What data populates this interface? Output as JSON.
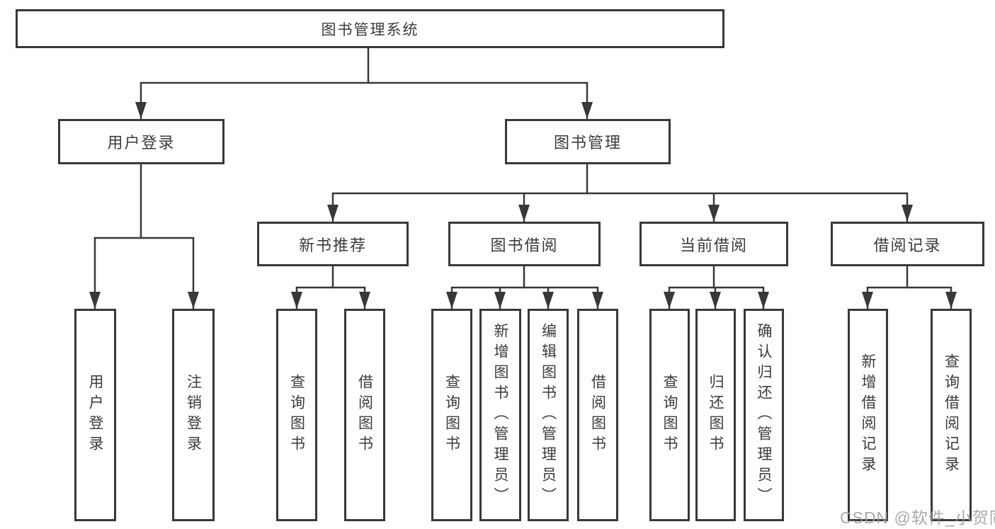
{
  "nodes": {
    "root": "图书管理系统",
    "level2": [
      "用户登录",
      "图书管理"
    ],
    "level3": [
      "新书推荐",
      "图书借阅",
      "当前借阅",
      "借阅记录"
    ],
    "leaves": [
      "用户登录",
      "注销登录",
      "查询图书",
      "借阅图书",
      "查询图书",
      "新增图书（管理员）",
      "编辑图书（管理员）",
      "借阅图书",
      "查询图书",
      "归还图书",
      "确认归还（管理员）",
      "新增借阅记录",
      "查询借阅记录"
    ]
  },
  "watermark": {
    "text": "CSDN @软件_小贺同学"
  },
  "colors": {
    "line": "#383838",
    "box_border": "#383838",
    "text": "#3b3b3b",
    "watermark": "#9e9e9e",
    "background": "#ffffff"
  }
}
